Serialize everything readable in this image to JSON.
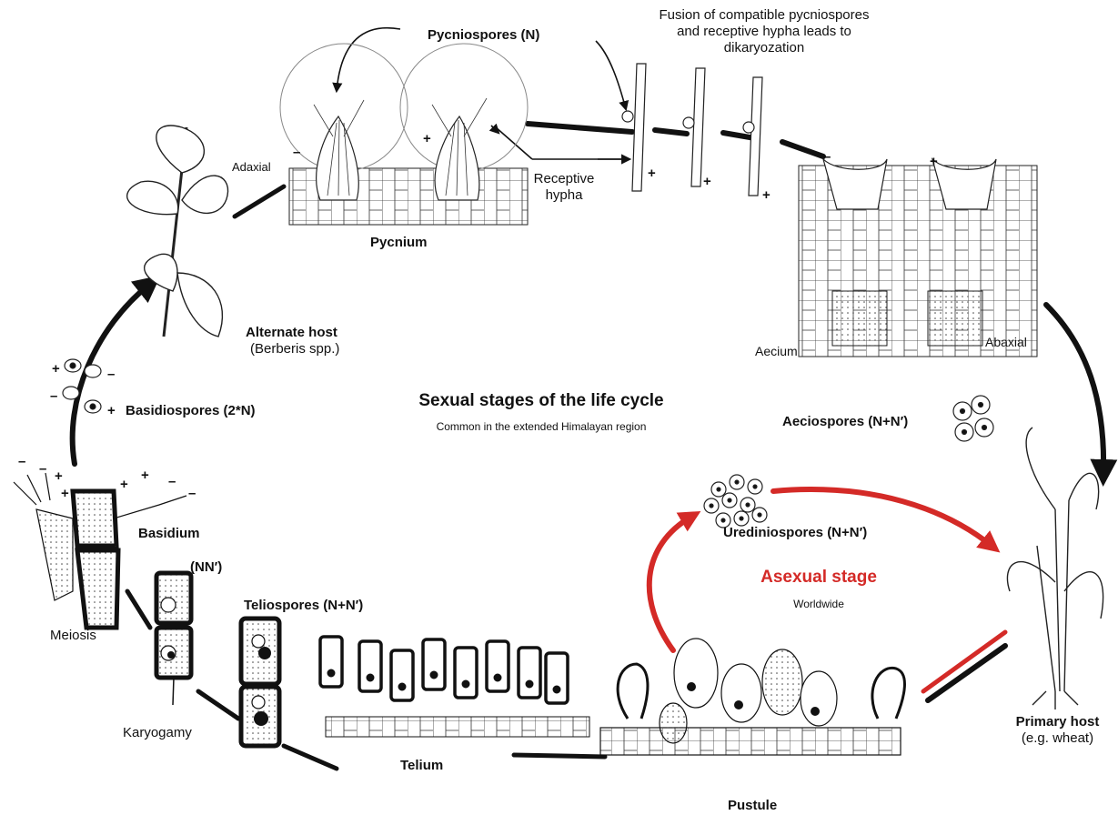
{
  "labels": {
    "pycniospores": "Pycniospores (N)",
    "fusion": [
      "Fusion of compatible pycniospores",
      "and receptive hypha leads to",
      "dikaryozation"
    ],
    "adaxial": "Adaxial",
    "receptive_hypha": [
      "Receptive",
      "hypha"
    ],
    "pycnium": "Pycnium",
    "alternate_host": "Alternate host",
    "berberis": "(Berberis spp.)",
    "aecium": "Aecium",
    "abaxial": "Abaxial",
    "basidiospores": "Basidiospores (2*N)",
    "sexual_title": "Sexual stages of the life cycle",
    "sexual_sub": "Common in the extended Himalayan region",
    "aeciospores": "Aeciospores (N+N′)",
    "basidium": "Basidium",
    "nn": "(NN′)",
    "urediniospores": "Urediniospores (N+N′)",
    "asexual_title": "Asexual stage",
    "asexual_sub": "Worldwide",
    "meiosis": "Meiosis",
    "teliospores": "Teliospores (N+N′)",
    "karyogamy": "Karyogamy",
    "telium": "Telium",
    "pustule": "Pustule",
    "primary_host": "Primary host",
    "wheat": "(e.g. wheat)"
  },
  "signs": {
    "plus": "+",
    "minus": "–"
  },
  "colors": {
    "ink": "#111111",
    "asexual_red": "#d42a27",
    "background": "#ffffff"
  }
}
